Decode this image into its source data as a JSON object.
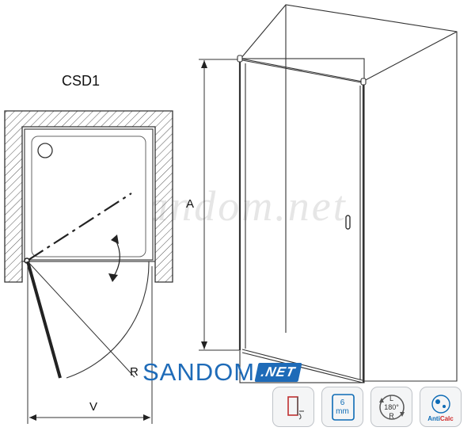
{
  "diagram": {
    "model_label": "CSD1",
    "dimension_a": "A",
    "dimension_v": "V",
    "dimension_r": "R",
    "watermark": "sandom.net"
  },
  "brand": {
    "name": "SANDOM",
    "suffix": ".NET"
  },
  "badges": [
    {
      "name": "door-swing-badge"
    },
    {
      "name": "glass-thickness-badge",
      "value": "6",
      "unit": "mm"
    },
    {
      "name": "reversible-badge",
      "top": "L",
      "middle": "180°",
      "bottom": "R"
    },
    {
      "name": "anticalc-badge",
      "part1": "Anti",
      "part2": "Calc"
    }
  ],
  "colors": {
    "line": "#333333",
    "hatch": "#555555",
    "brand_blue": "#1e6bb8",
    "badge_border": "#bfc3c8"
  }
}
